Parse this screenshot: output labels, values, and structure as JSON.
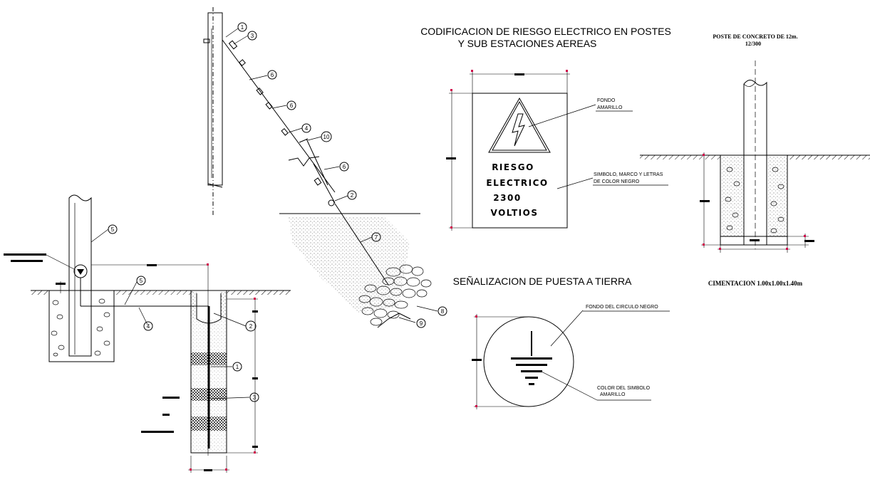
{
  "titles": {
    "coding_line1": "CODIFICACION DE RIESGO ELECTRICO EN POSTES",
    "coding_line2": "Y SUB ESTACIONES AEREAS",
    "grounding": "SEÑALIZACION DE PUESTA A TIERRA",
    "pole_line1": "POSTE DE CONCRETO DE 12m.",
    "pole_line2": "12/300",
    "foundation": "CIMENTACION  1.00x1.00x1.40m"
  },
  "sign": {
    "line1": "RIESGO",
    "line2": "ELECTRICO",
    "line3": "2300",
    "line4": "VOLTIOS",
    "note_bg_line1": "FONDO",
    "note_bg_line2": "AMARILLO",
    "note_sym_line1": "SIMBOLO, MARCO Y LETRAS",
    "note_sym_line2": "DE COLOR NEGRO"
  },
  "ground_sign": {
    "note_bg": "FONDO DEL CIRCULO NEGRO",
    "note_sym_line1": "COLOR DEL SIMBOLO",
    "note_sym_line2": "AMARILLO"
  },
  "guy_labels": [
    "1",
    "3",
    "6",
    "6",
    "4",
    "10",
    "6",
    "2",
    "7",
    "8",
    "9"
  ],
  "ground_labels": [
    "5",
    "5",
    "4",
    "2",
    "1",
    "3"
  ],
  "colors": {
    "ink": "#000000",
    "dim_tick": "#d0004a",
    "background": "#ffffff"
  }
}
